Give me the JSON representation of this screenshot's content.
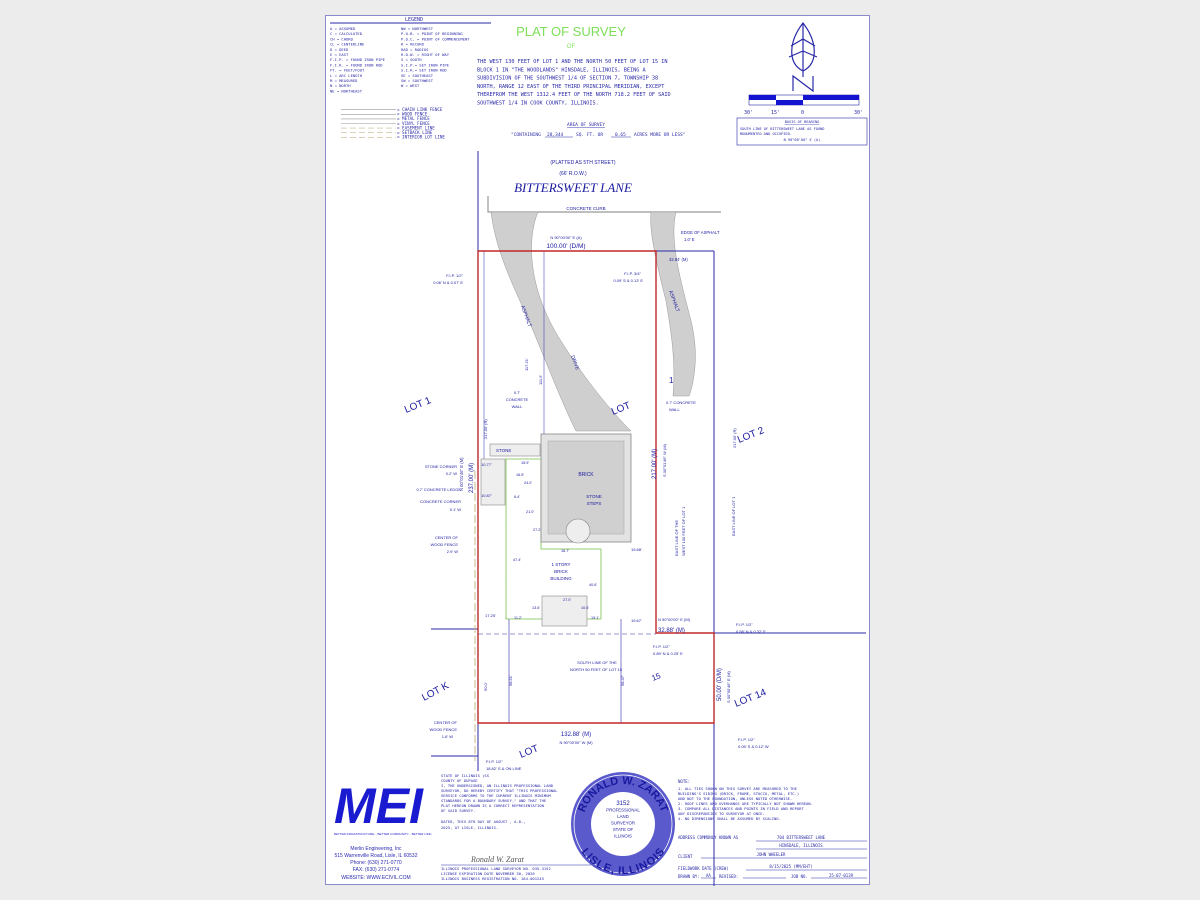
{
  "title": "PLAT OF SURVEY",
  "of": "OF",
  "description": [
    "THE WEST 130 FEET OF LOT 1 AND THE NORTH 50 FEET OF LOT 15 IN",
    "BLOCK 1 IN \"THE WOODLANDS\" HINSDALE, ILLINOIS, BEING A",
    "SUBDIVISION OF THE SOUTHWEST 1/4 OF SECTION 7, TOWNSHIP 38",
    "NORTH, RANGE 12 EAST OF THE THIRD PRINCIPAL MERIDIAN, EXCEPT",
    "THEREFROM THE WEST 1312.4 FEET OF THE NORTH 718.2 FEET OF SAID",
    "SOUTHWEST 1/4 IN COOK COUNTY, ILLINOIS."
  ],
  "legend": {
    "title": "LEGEND",
    "left": [
      "A = ASSUMED",
      "C = CALCULATED",
      "CH = CHORD",
      "CL = CENTERLINE",
      "D = DEED",
      "E = EAST",
      "F.I.P. = FOUND IRON PIPE",
      "F.I.R. = FOUND IRON ROD",
      "FT. = FEET/FOOT",
      "L = ARC LENGTH",
      "M = MEASURED",
      "N = NORTH",
      "NE = NORTHEAST"
    ],
    "right": [
      "NW = NORTHWEST",
      "P.O.B. = POINT OF BEGINNING",
      "P.O.C. = POINT OF COMMENCEMENT",
      "R = RECORD",
      "RAD = RADIUS",
      "R.O.W. = RIGHT OF WAY",
      "S = SOUTH",
      "S.I.P.= SET IRON PIPE",
      "S.I.R.= SET IRON ROD",
      "SE = SOUTHEAST",
      "SW = SOUTHWEST",
      "W = WEST"
    ],
    "lines": [
      "= CHAIN LINK FENCE",
      "= WOOD FENCE",
      "= METAL FENCE",
      "= VINYL FENCE",
      "= EASEMENT LINE",
      "= SETBACK LINE",
      "= INTERIOR LOT LINE"
    ]
  },
  "area": {
    "heading": "AREA OF SURVEY",
    "prefix": "\"CONTAINING",
    "sqft": "28,344",
    "mid": "SQ. FT. OR",
    "acres": "0.65",
    "suffix": "ACRES MORE OR LESS\""
  },
  "scale": {
    "labels": [
      "30'",
      "15'",
      "0",
      "30'"
    ]
  },
  "bearing": {
    "heading": "BASIS OF BEARING",
    "lines": [
      "SOUTH LINE OF BITTERSWEET LANE AS FOUND",
      "MONUMENTED AND OCCUPIED.",
      "N 90°00'00\" E (A)"
    ]
  },
  "street": {
    "platted": "(PLATTED AS 5TH STREET)",
    "row": "(66' R.O.W.)",
    "name": "BITTERSWEET LANE",
    "curb": "CONCRETE CURB"
  },
  "drawing": {
    "north_bearing": "N 90°00'00\" E (A)",
    "north_dist": "100.00' (D/M)",
    "edge_asphalt": [
      "EDGE OF ASPHALT",
      "1.0' E"
    ],
    "east_offset": "32.84' (M)",
    "fip_nw": [
      "F.I.P. 1/2\"",
      "0.06' N & 0.07' E"
    ],
    "fip_ne": [
      "F.I.P. 3/4\"",
      "0.09' S & 0.13' E"
    ],
    "asphalt": "ASPHALT",
    "drive": "DRIVE",
    "lot1_left": "LOT 1",
    "lot_center": "LOT",
    "lot_center_num": "1",
    "lot2": "LOT 2",
    "lotk": "LOT K",
    "lot14": "LOT 14",
    "lot_bottom": "LOT",
    "lot15": "15",
    "west_bearing": "N 00°01'46\" E (M)",
    "west_dist": "237.00' (M)",
    "west_rec": "217.00' (R)",
    "dim_117": "117.21'",
    "dim_111": "111.5'",
    "wall_left": [
      "0.7'",
      "CONCRETE",
      "WALL"
    ],
    "wall_right": [
      "0.7' CONCRETE",
      "WALL"
    ],
    "east_dist": "217.00' (M)",
    "east_bearing": "S 00°01'46\" W (M)",
    "east_line_w": [
      "EAST LINE OF THE",
      "WEST 100 FEET OF LOT 1"
    ],
    "east_line_lot": "EAST LINE OF LOT 1",
    "east_rec": "217.00' (R)",
    "stone": "STONE",
    "brick": "BRICK",
    "stone_steps": [
      "STONE",
      "STEPS"
    ],
    "stone_corner": [
      "STONE CORNER",
      "0.2' W"
    ],
    "ledge": "0.7' CONCRETE LEDGE",
    "concrete_corner": [
      "CONCRETE CORNER",
      "0.1' W"
    ],
    "wood_fence1": [
      "CENTER OF",
      "WOOD FENCE",
      "2.9' W"
    ],
    "dim_1077": "10.77'",
    "dim_1087": "10.87'",
    "bldg": [
      "1 STORY",
      "BRICK",
      "BUILDING"
    ],
    "bldg_dims": [
      "15.9'",
      "24.0'",
      "21.0'",
      "27.2'",
      "47.4'",
      "16.7'",
      "40.6'",
      "27.0'",
      "11.2'",
      "19.1'",
      "13.6'",
      "10.6'",
      "6.4'",
      "16.5'"
    ],
    "dim_1968": "19.68'",
    "dim_1967": "19.67'",
    "dim_1725": "17.25'",
    "s_bearing": "N 90°00'00\" E (M)",
    "s_dist": "32.88' (M)",
    "fip_e": [
      "F.I.P. 1/2\"",
      "0.58' N & 0.32' E"
    ],
    "fip_mid": [
      "F.I.P. 1/2\"",
      "0.89' N & 0.25' E"
    ],
    "south_line": [
      "SOUTH LINE OF THE",
      "NORTH 50 FEET OF LOT 15"
    ],
    "dim_500": "50.0'",
    "dim_5851": "58.51'",
    "dim_5847": "58.47'",
    "e50_dist": "50.00' (D/M)",
    "e50_bearing": "S 00°00'46\" E (M)",
    "wood_fence2": [
      "CENTER OF",
      "WOOD FENCE",
      "1.6' W"
    ],
    "bottom_dist": "132.88' (M)",
    "bottom_bearing": "N 90°00'00\" W (M)",
    "fip_se": [
      "F.I.P. 1/2\"",
      "0.05' S & 0.12' W"
    ],
    "fip_sw": [
      "F.I.P. 1/2\"",
      "18.82' S & ON LINE"
    ]
  },
  "company": {
    "logo": "MEI",
    "tagline": "BETTER INFRASTRUCTURE... BETTER COMMUNITY... BETTER LIFE!",
    "name": "Merlin Engineering, Inc",
    "address": "515 Warrenville Road, Lisle, IL 60532",
    "phone": "Phone: (630) 271-0770",
    "fax": "FAX: (630) 271-0774",
    "website": "WEBSITE: WWW.ECIVIL.COM"
  },
  "certificate": {
    "lines": [
      "STATE OF ILLINOIS )SS",
      "COUNTY OF DUPAGE",
      "I, THE UNDERSIGNED, AN ILLINOIS PROFESSIONAL LAND",
      "SURVEYOR, DO HEREBY CERTIFY THAT \"THIS PROFESSIONAL",
      "SERVICE CONFORMS TO THE CURRENT ILLINOIS MINIMUM",
      "STANDARDS FOR A BOUNDARY SURVEY,\" AND THAT THE",
      "PLAT HEREON DRAWN IS A CORRECT REPRESENTATION",
      "OF SAID SURVEY."
    ],
    "dated": "DATED, THIS  8TH  DAY OF  AUGUST  , A.D.,",
    "place": "2025, AT LISLE, ILLINOIS.",
    "signature": "Ronald W. Zarat",
    "license": [
      "ILLINOIS PROFESSIONAL LAND SURVEYOR NO. 035-3152",
      "LICENSE EXPIRATION DATE NOVEMBER 30, 2026",
      "ILLINOIS BUSINESS REGISTRATION NO. 184-001245"
    ]
  },
  "seal": {
    "top": "RONALD W. ZARAT",
    "bottom": "LISLE, ILLINOIS",
    "center": [
      "3152",
      "PROFESSIONAL",
      "LAND",
      "SURVEYOR",
      "STATE OF",
      "ILLINOIS"
    ]
  },
  "notes": {
    "title": "NOTE:",
    "lines": [
      "1.  ALL TIES SHOWN ON THIS SURVEY ARE MEASURED TO THE",
      "    BUILDING'S SIDING (BRICK, FRAME, STUCCO, METAL, ETC.)",
      "    AND NOT TO THE FOUNDATION, UNLESS NOTED OTHERWISE.",
      "2.  ROOF LINES AND OVERHANGS ARE TYPICALLY NOT SHOWN HEREON.",
      "3.  COMPARE ALL DISTANCES AND POINTS IN FIELD AND REPORT",
      "    ANY DISCREPANCIES TO SURVEYOR AT ONCE.",
      "4.  NO DIMENSIONS SHALL BE ASSUMED BY SCALING."
    ]
  },
  "info": {
    "address_label": "ADDRESS COMMONLY KNOWN AS",
    "address1": "704 BITTERSWEET LANE",
    "address2": "HINSDALE, ILLINOIS",
    "client_label": "CLIENT",
    "client": "JOHN WHEELER",
    "fieldwork_label": "FIELDWORK DATE (CREW)",
    "fieldwork": "8/15/2025 (MM/EHT)",
    "drawn_label": "DRAWN BY:",
    "drawn": "AA",
    "revised_label": "REVISED:",
    "job_label": "JOB NO.",
    "job": "25-07-0139"
  },
  "colors": {
    "line_blue": "#2a2aa8",
    "property_red": "#c0282a",
    "building_green": "#7ac04a",
    "asphalt_gray": "#cfcfcf",
    "title_green": "#7ee05a"
  }
}
